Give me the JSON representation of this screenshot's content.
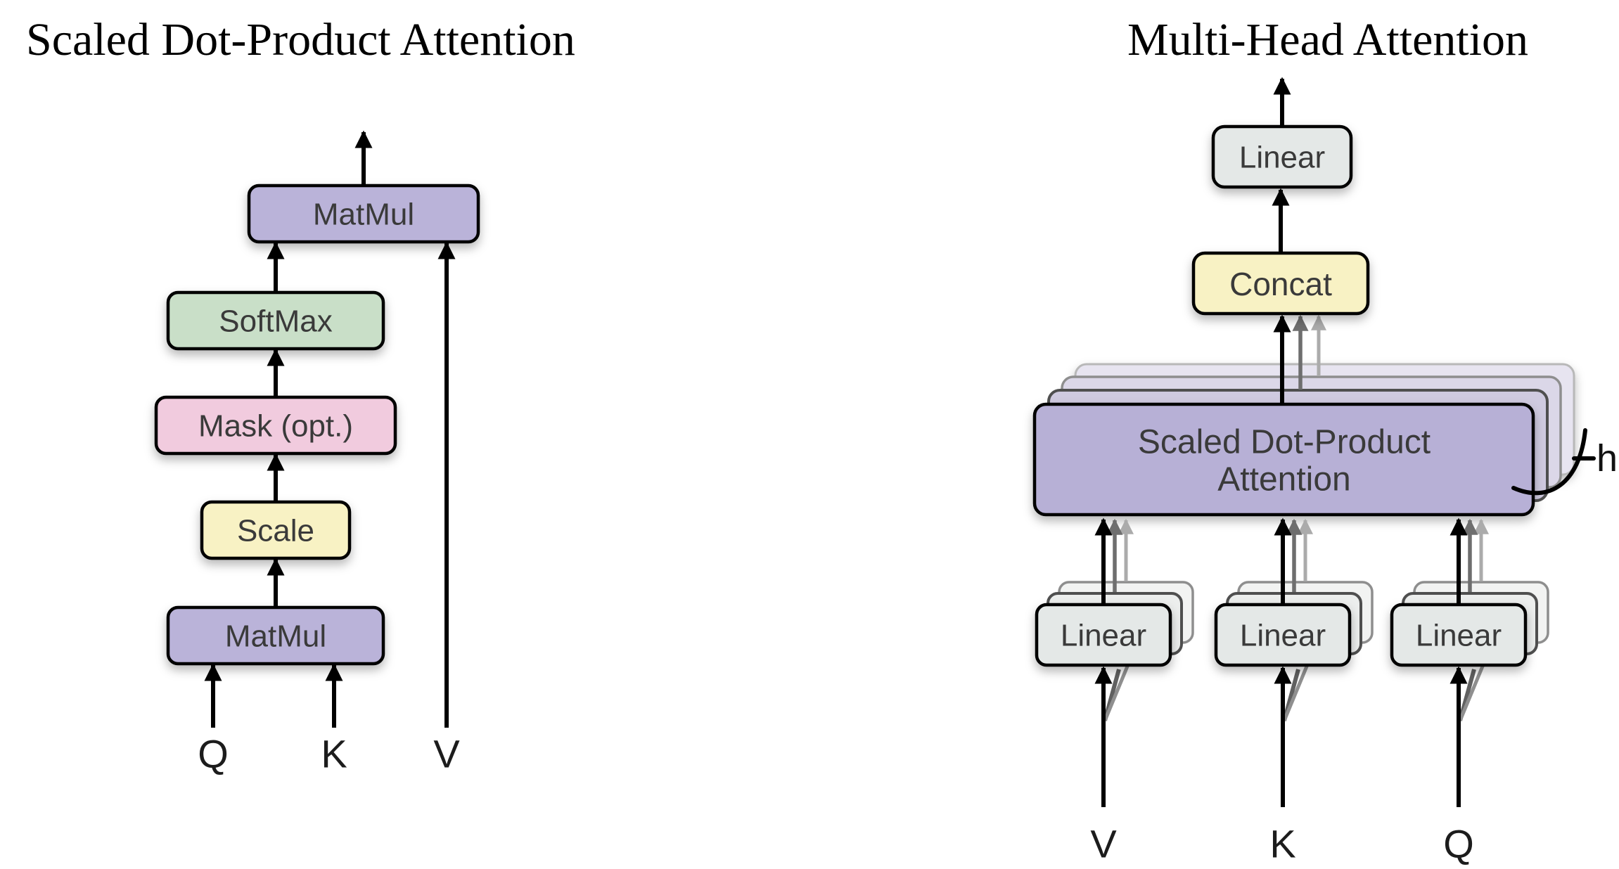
{
  "left": {
    "title": "Scaled Dot-Product Attention",
    "boxes": {
      "matmul_top": "MatMul",
      "softmax": "SoftMax",
      "mask": "Mask (opt.)",
      "scale": "Scale",
      "matmul_bottom": "MatMul"
    },
    "inputs": {
      "q": "Q",
      "k": "K",
      "v": "V"
    }
  },
  "right": {
    "title": "Multi-Head Attention",
    "boxes": {
      "linear_out": "Linear",
      "concat": "Concat",
      "attention_line1": "Scaled Dot-Product",
      "attention_line2": "Attention",
      "linear_v": "Linear",
      "linear_k": "Linear",
      "linear_q": "Linear"
    },
    "inputs": {
      "v": "V",
      "k": "K",
      "q": "Q"
    },
    "heads_label": "h"
  },
  "colors": {
    "matmul": "#BAB3D9",
    "attention": "#B7B0D6",
    "softmax": "#C9DFC8",
    "mask": "#F1CBDE",
    "scale": "#F8F2C4",
    "concat": "#F8F2C4",
    "linear": "#E4E8E7",
    "sheet_mid": "#CFCAE0",
    "sheet_back": "#DBD7E8",
    "sheet_far": "#E7E4F0",
    "linear_sheet_mid": "#ECEEED",
    "linear_sheet_back": "#F2F3F2",
    "label_text": "#3A3A3A",
    "border": "#000000"
  }
}
